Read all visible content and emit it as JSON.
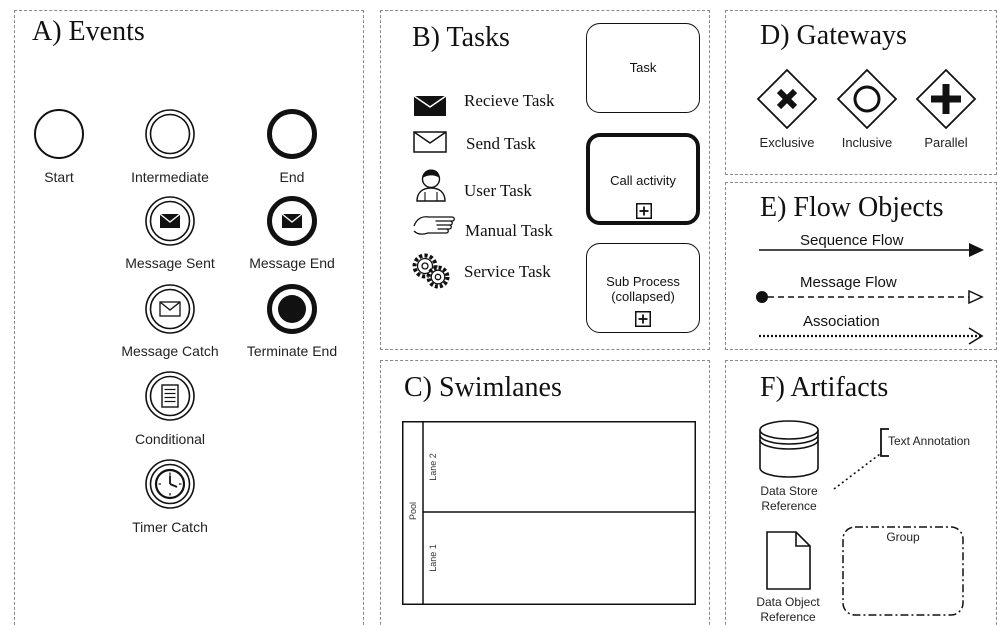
{
  "sections": {
    "events": {
      "title": "A) Events",
      "items": {
        "start": "Start",
        "intermediate": "Intermediate",
        "end": "End",
        "message_sent": "Message Sent",
        "message_end": "Message End",
        "message_catch": "Message Catch",
        "terminate_end": "Terminate End",
        "conditional": "Conditional",
        "timer_catch": "Timer Catch"
      }
    },
    "tasks": {
      "title": "B) Tasks",
      "list": [
        "Recieve Task",
        "Send Task",
        "User Task",
        "Manual Task",
        "Service Task"
      ],
      "boxes": {
        "task": "Task",
        "call_activity": "Call activity",
        "sub_process_line1": "Sub Process",
        "sub_process_line2": "(collapsed)"
      }
    },
    "swimlanes": {
      "title": "C) Swimlanes",
      "pool": "Pool",
      "lane1": "Lane 1",
      "lane2": "Lane 2"
    },
    "gateways": {
      "title": "D) Gateways",
      "items": [
        "Exclusive",
        "Inclusive",
        "Parallel"
      ]
    },
    "flow_objects": {
      "title": "E) Flow Objects",
      "items": [
        "Sequence Flow",
        "Message Flow",
        "Association"
      ]
    },
    "artifacts": {
      "title": "F) Artifacts",
      "text_annotation": "Text Annotation",
      "data_store_line1": "Data Store",
      "data_store_line2": "Reference",
      "data_object_line1": "Data Object",
      "data_object_line2": "Reference",
      "group": "Group"
    }
  }
}
